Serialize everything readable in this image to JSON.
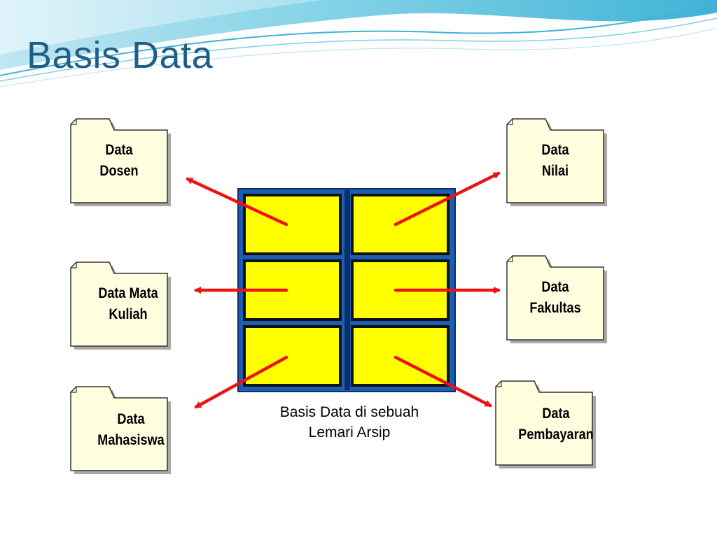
{
  "slide": {
    "title": "Basis Data"
  },
  "colors": {
    "title": "#1f5f86",
    "cabinet_frame": "#1a5fb4",
    "drawer_fill": "#ffff00",
    "folder_fill": "#ffffe0",
    "arrow": "#ee1111"
  },
  "diagram": {
    "caption_line1": "Basis Data di sebuah",
    "caption_line2": "Lemari Arsip",
    "folders": {
      "dosen": {
        "line1": "Data",
        "line2": "Dosen"
      },
      "nilai": {
        "line1": "Data",
        "line2": "Nilai"
      },
      "mata_kuliah": {
        "line1": "Data Mata",
        "line2": "Kuliah"
      },
      "fakultas": {
        "line1": "Data",
        "line2": "Fakultas"
      },
      "mahasiswa": {
        "line1": "Data",
        "line2": "Mahasiswa"
      },
      "pembayaran": {
        "line1": "Data",
        "line2": "Pembayaran"
      }
    }
  }
}
